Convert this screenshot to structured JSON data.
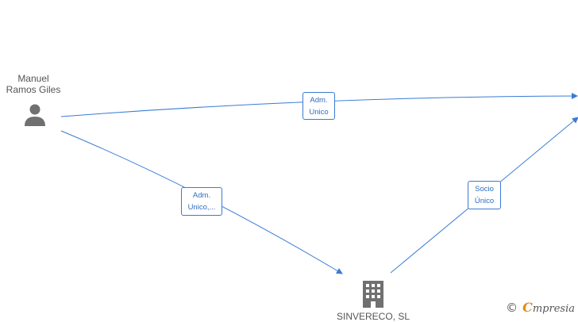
{
  "nodes": {
    "person": {
      "name_line1": "Manuel",
      "name_line2": "Ramos Giles",
      "icon": "person-icon"
    },
    "company": {
      "name": "SINVERECO, SL",
      "icon": "building-icon"
    }
  },
  "edges": {
    "person_to_right": {
      "line1": "Adm.",
      "line2": "Unico"
    },
    "person_to_company": {
      "line1": "Adm.",
      "line2": "Unico,..."
    },
    "company_to_right": {
      "line1": "Socio",
      "line2": "Único"
    }
  },
  "colors": {
    "edge": "#3a7bd5",
    "icon": "#707070",
    "brand": "#e38a1c"
  },
  "footer": {
    "copyright_symbol": "©",
    "brand_first": "C",
    "brand_rest": "mpresia"
  }
}
